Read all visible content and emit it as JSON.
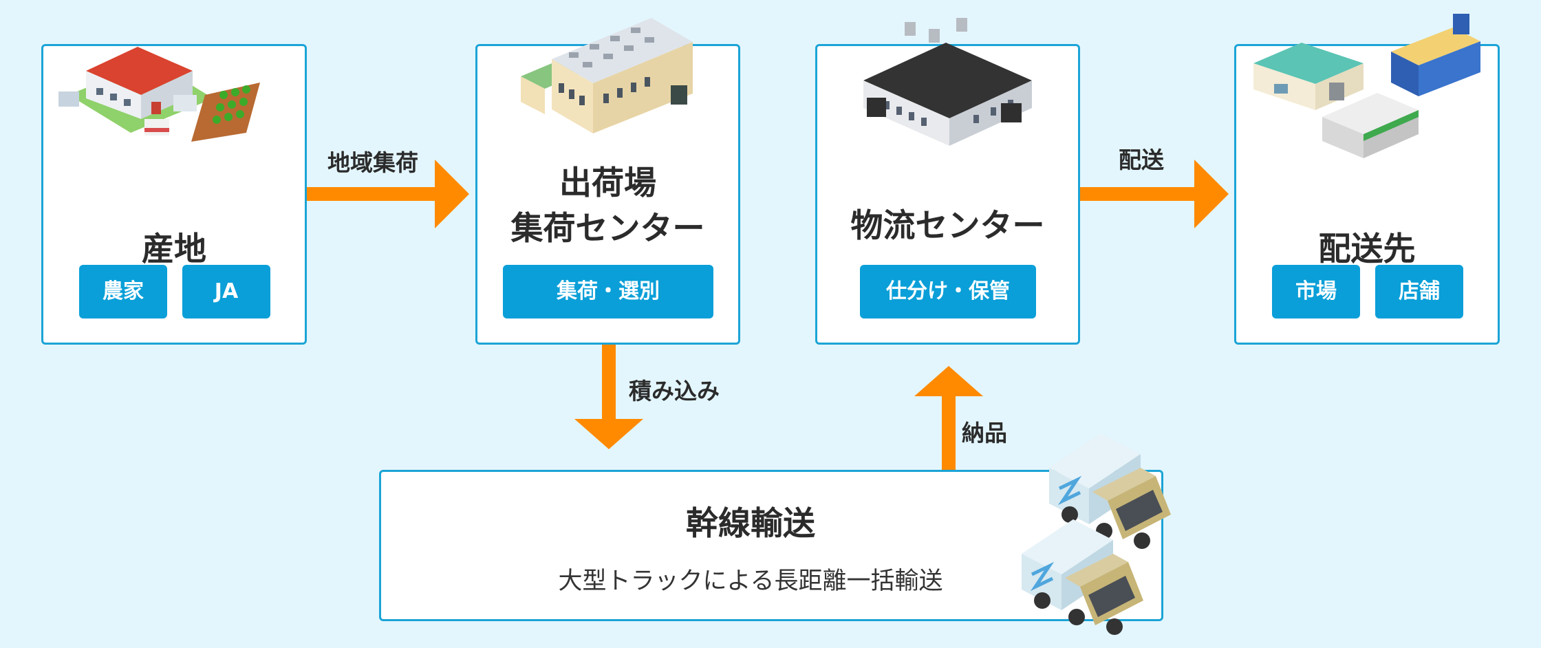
{
  "colors": {
    "background": "#e3f6fd",
    "card_border": "#1ba4d6",
    "tag_fill": "#0a9fd8",
    "arrow": "#ff8a00",
    "text": "#2b2b2b"
  },
  "nodes": {
    "origin": {
      "title": "産地",
      "tags": [
        "農家",
        "JA"
      ],
      "icon": "farm-icon"
    },
    "shipping": {
      "title_line1": "出荷場",
      "title_line2": "集荷センター",
      "tags": [
        "集荷・選別"
      ],
      "icon": "factory-icon"
    },
    "logistics": {
      "title": "物流センター",
      "tags": [
        "仕分け・保管"
      ],
      "icon": "warehouse-icon"
    },
    "destination": {
      "title": "配送先",
      "tags": [
        "市場",
        "店舗"
      ],
      "icon": "stores-icon"
    },
    "trunk": {
      "title": "幹線輸送",
      "subtitle": "大型トラックによる長距離一括輸送",
      "icon": "truck-icon"
    }
  },
  "edges": {
    "origin_to_shipping": "地域集荷",
    "shipping_to_trunk": "積み込み",
    "trunk_to_logistics": "納品",
    "logistics_to_destination": "配送"
  }
}
